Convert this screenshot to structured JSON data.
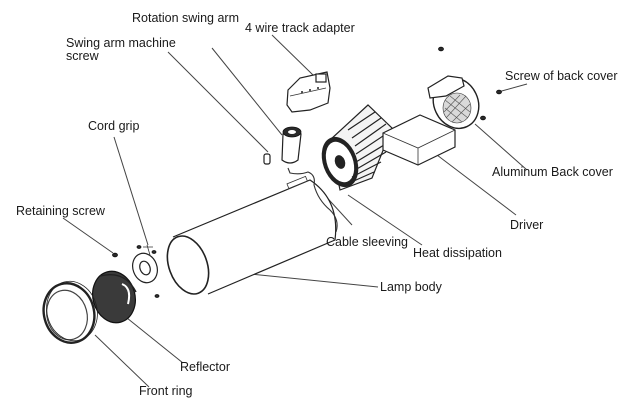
{
  "diagram": {
    "type": "exploded-view",
    "subject": "track spotlight",
    "labels": {
      "rotation_swing_arm": "Rotation swing arm",
      "four_wire_track_adapter": "4 wire track adapter",
      "swing_arm_machine_screw": "Swing arm machine\nscrew",
      "screw_of_back_cover": "Screw of back cover",
      "cord_grip": "Cord grip",
      "aluminum_back_cover": "Aluminum Back cover",
      "retaining_screw": "Retaining screw",
      "driver": "Driver",
      "cable_sleeving": "Cable sleeving",
      "heat_dissipation": "Heat dissipation",
      "lamp_body": "Lamp body",
      "reflector": "Reflector",
      "front_ring": "Front ring"
    }
  }
}
